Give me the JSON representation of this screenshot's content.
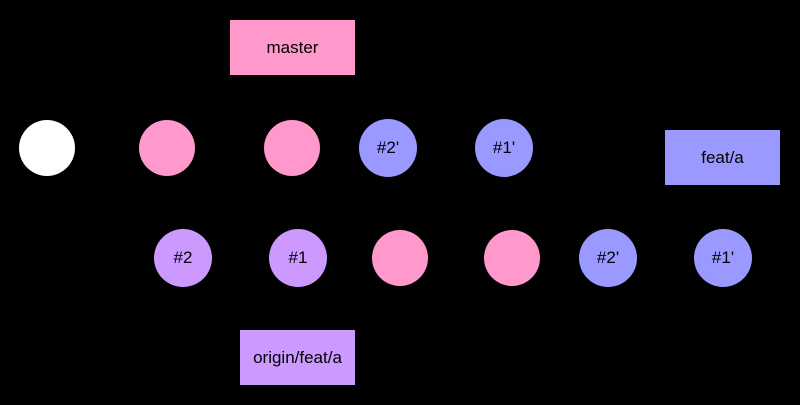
{
  "colors": {
    "background": "#000000",
    "initial_commit": "#ffffff",
    "master_commit": "#ff99cc",
    "feature_commit": "#cc99ff",
    "rebased_commit": "#9999ff",
    "master_label": "#ff99cc",
    "feat_label": "#9999ff",
    "origin_label": "#cc99ff"
  },
  "labels": {
    "master": "master",
    "feat": "feat/a",
    "origin": "origin/feat/a"
  },
  "top_row": [
    {
      "kind": "initial",
      "text": ""
    },
    {
      "kind": "master",
      "text": ""
    },
    {
      "kind": "master",
      "text": ""
    },
    {
      "kind": "rebased",
      "text": "#2'"
    },
    {
      "kind": "rebased",
      "text": "#1'"
    }
  ],
  "bottom_row": [
    {
      "kind": "feature",
      "text": "#2"
    },
    {
      "kind": "feature",
      "text": "#1"
    },
    {
      "kind": "master",
      "text": ""
    },
    {
      "kind": "master",
      "text": ""
    },
    {
      "kind": "rebased",
      "text": "#2'"
    },
    {
      "kind": "rebased",
      "text": "#1'"
    }
  ]
}
